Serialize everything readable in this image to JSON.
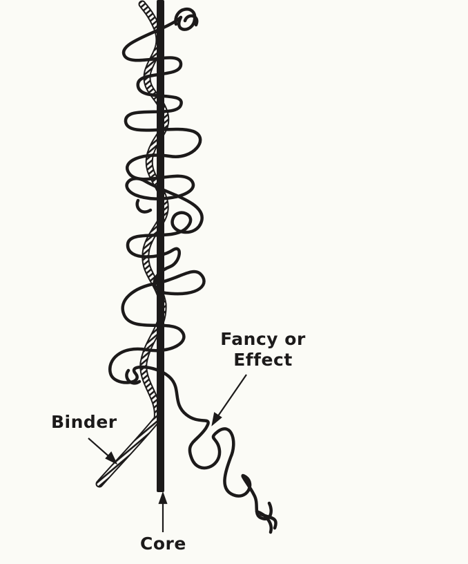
{
  "diagram": {
    "labels": {
      "fancy_line1": "Fancy or",
      "fancy_line2": "Effect",
      "binder": "Binder",
      "core": "Core"
    },
    "colors": {
      "ink": "#1c1a1a",
      "paper": "#fbfbf6"
    }
  }
}
